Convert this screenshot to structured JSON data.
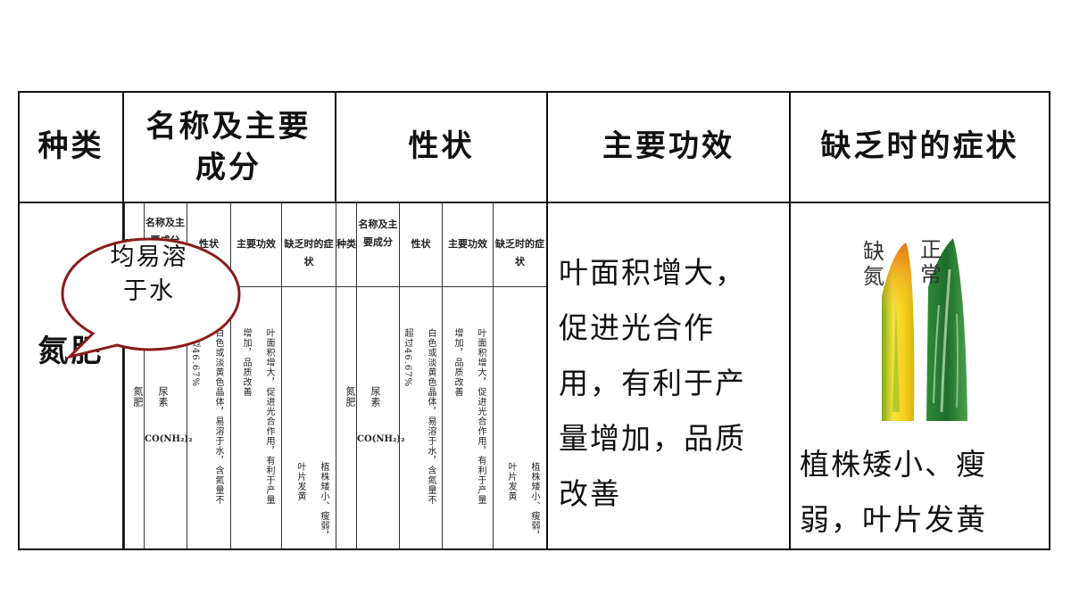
{
  "headers": {
    "type": "种类",
    "name_component": "名称及主要成分",
    "property": "性状",
    "function": "主要功效",
    "deficiency": "缺乏时的症状"
  },
  "row": {
    "type": "氮肥",
    "function_lines": [
      "叶面积增大，",
      "促进光合作",
      "用，有利于产",
      "量增加，品质",
      "改善"
    ],
    "deficiency_lines": [
      "植株矮小、瘦",
      "弱，叶片发黄"
    ]
  },
  "bubble": {
    "lines": [
      "均易溶",
      "于水"
    ]
  },
  "leaf_image": {
    "label_deficient": "缺氮",
    "label_normal": "正常"
  },
  "mini_table": {
    "headers": [
      "种类",
      "名称及主要成分",
      "性状",
      "主要功效",
      "缺乏时的症状"
    ],
    "type": "氮肥",
    "name": "尿素",
    "formula": "CO(NH₂)₂",
    "property": "白色或淡黄色晶体，易溶于水，含氮量不超过46.67%",
    "function": "叶面积增大，促进光合作用，有利于产量增加，品质改善",
    "deficiency": "植株矮小、瘦弱，叶片发黄"
  },
  "colors": {
    "bubble_fill": "#ffffff",
    "bubble_stroke": "#8b1a1a",
    "grid": "#111111"
  }
}
